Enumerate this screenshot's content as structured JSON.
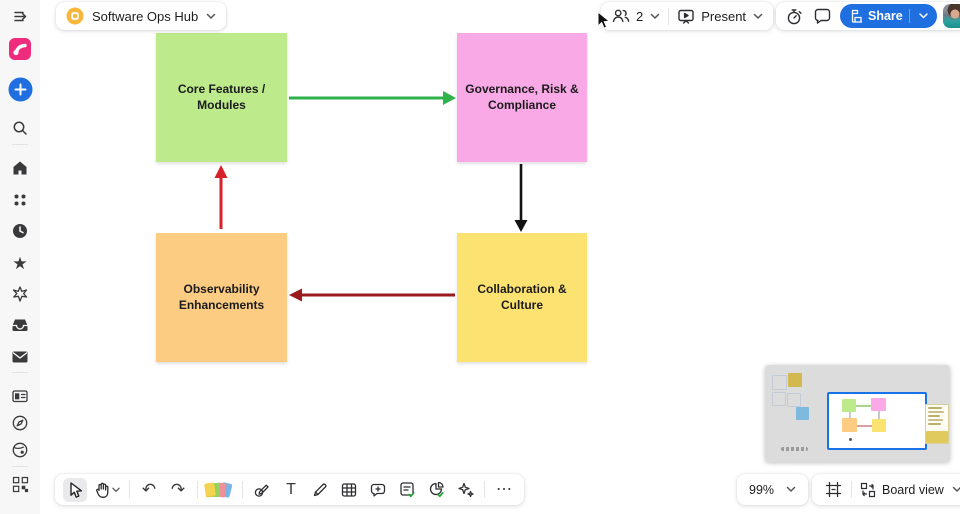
{
  "header": {
    "board_title": "Software Ops Hub",
    "collaborators_count": "2",
    "present_label": "Present",
    "share_label": "Share"
  },
  "colors": {
    "share_blue": "#1f6fe0",
    "plus_blue": "#1f6fe0",
    "logo_pink": "#ee2b7c",
    "board_icon_yellow": "#f6b73c",
    "viewport_border_blue": "#1a73e8"
  },
  "icons": {
    "undo_glyph": "↶",
    "redo_glyph": "↷",
    "more_glyph": "⋯",
    "text_tool_glyph": "T",
    "star_glyph": "★"
  },
  "canvas": {
    "notes": [
      {
        "label": "Core Features / Modules",
        "color": "#bdea8b"
      },
      {
        "label": "Governance, Risk & Compliance",
        "color": "#f9a9e6"
      },
      {
        "label": "Observability Enhancements",
        "color": "#fbcc82"
      },
      {
        "label": "Collaboration & Culture",
        "color": "#fce371"
      }
    ],
    "connectors": [
      {
        "from": "Core Features / Modules",
        "to": "Governance, Risk & Compliance",
        "direction": "right",
        "color": "#2eb24c"
      },
      {
        "from": "Governance, Risk & Compliance",
        "to": "Collaboration & Culture",
        "direction": "down",
        "color": "#121212"
      },
      {
        "from": "Collaboration & Culture",
        "to": "Observability Enhancements",
        "direction": "left",
        "color": "#9a1b1e"
      },
      {
        "from": "Observability Enhancements",
        "to": "Core Features / Modules",
        "direction": "up",
        "color": "#d62128"
      }
    ]
  },
  "footer": {
    "zoom_level": "99%",
    "view_label": "Board view"
  }
}
